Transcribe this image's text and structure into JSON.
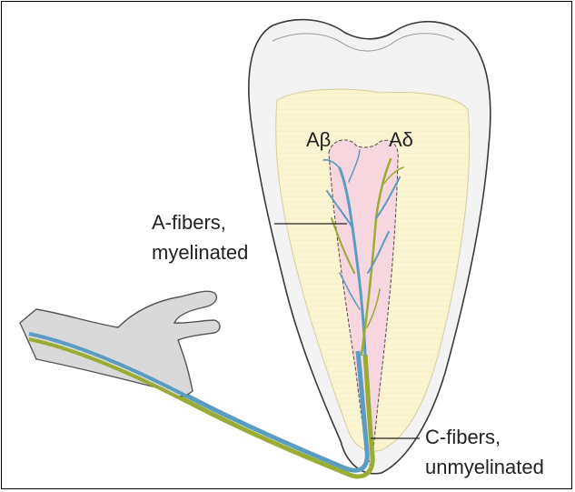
{
  "labels": {
    "a_beta": "Aβ",
    "a_delta": "Aδ",
    "a_fibers_line1": "A-fibers,",
    "a_fibers_line2": "myelinated",
    "c_fibers_line1": "C-fibers,",
    "c_fibers_line2": "unmyelinated"
  },
  "colors": {
    "enamel": "#f3f3f3",
    "dentin": "#fbf5d2",
    "pulp": "#f6d6df",
    "a_fiber": "#5b9cc2",
    "c_fiber": "#98ad32",
    "nerve_sheath": "#d9d9d9",
    "outline": "#3a3a3a"
  }
}
